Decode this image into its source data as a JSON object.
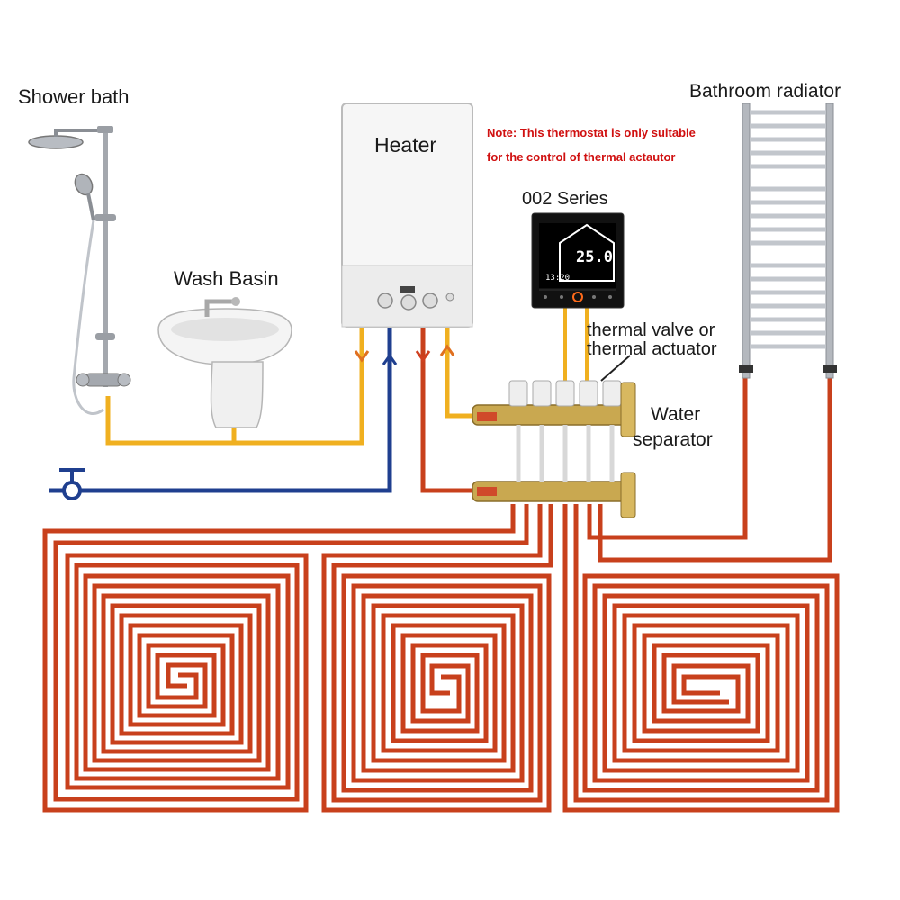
{
  "labels": {
    "shower": "Shower bath",
    "wash_basin": "Wash Basin",
    "heater": "Heater",
    "radiator": "Bathroom radiator",
    "series": "002 Series",
    "valve_line1": "thermal valve or",
    "valve_line2": "thermal actuator",
    "separator_line1": "Water",
    "separator_line2": "separator"
  },
  "note": {
    "line1": "Note: This thermostat is only suitable",
    "line2": "for the control of thermal actautor"
  },
  "thermostat": {
    "temperature": "25.0",
    "time": "13:20"
  },
  "colors": {
    "hot_pipe": "#f0b020",
    "cold_pipe": "#1f3f8f",
    "floor_pipe": "#c8401c",
    "note_text": "#d01010",
    "thermostat_body": "#111111"
  }
}
